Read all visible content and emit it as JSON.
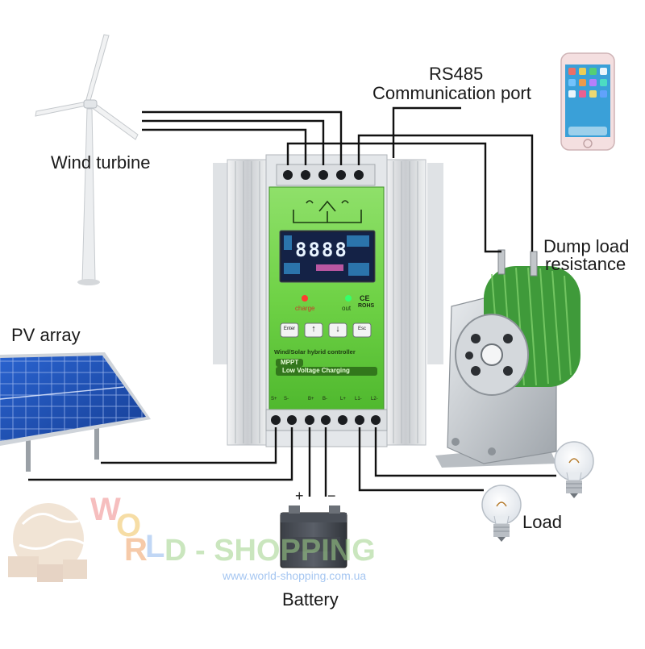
{
  "labels": {
    "wind_turbine": "Wind turbine",
    "pv_array": "PV array",
    "rs485_line1": "RS485",
    "rs485_line2": "Communication port",
    "dump_load_line1": "Dump load",
    "dump_load_line2": "resistance",
    "load": "Load",
    "battery": "Battery",
    "battery_plus": "+",
    "battery_minus": "−"
  },
  "controller": {
    "display_digits": "8888",
    "charge_label": "charge",
    "out_label": "out",
    "cert_ce": "CE",
    "cert_rohs": "ROHS",
    "buttons": [
      "Enter",
      "↑",
      "↓",
      "Esc"
    ],
    "title": "Wind/Solar hybrid controller",
    "mppt": "MPPT",
    "low_voltage": "Low Voltage Charging",
    "terminal_labels": [
      "S+",
      "S-",
      "B+",
      "B-",
      "L+",
      "L1-",
      "L2-"
    ]
  },
  "watermark": {
    "brand_letters": [
      "W",
      "O",
      "R",
      "L",
      "D"
    ],
    "brand_rest": "D - SHOPPING",
    "url": "www.world-shopping.com.ua"
  },
  "colors": {
    "panel_green": "#5ec53a",
    "panel_green_light": "#8fe06a",
    "housing": "#d9dcdf",
    "wire": "#111111",
    "solar_blue": "#1f4fb5",
    "resistor_green": "#3f9a3a"
  }
}
